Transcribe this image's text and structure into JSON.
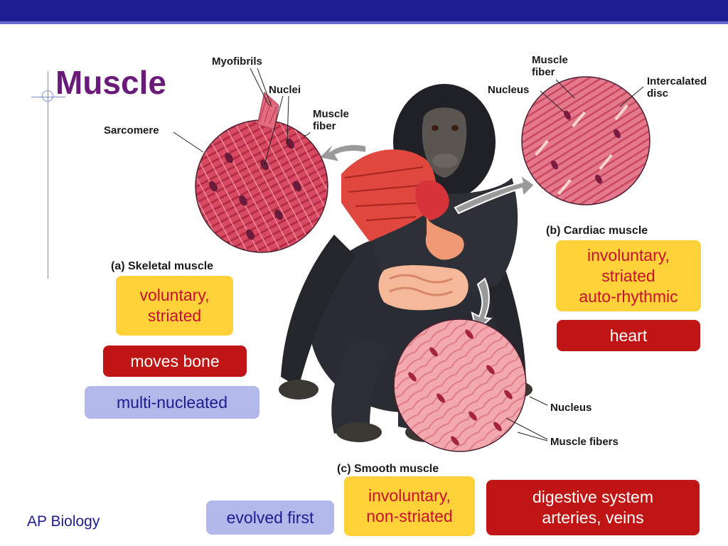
{
  "slide": {
    "title": "Muscle",
    "footer": "AP Biology"
  },
  "labels": {
    "myofibrils": "Myofibrils",
    "nuclei": "Nuclei",
    "muscle_fiber_a": "Muscle\nfiber",
    "sarcomere": "Sarcomere",
    "skeletal_muscle": "(a) Skeletal muscle",
    "muscle_fiber_b": "Muscle\nfiber",
    "nucleus_b": "Nucleus",
    "intercalated_disc": "Intercalated\ndisc",
    "cardiac_muscle": "(b) Cardiac muscle",
    "nucleus_c": "Nucleus",
    "muscle_fibers_c": "Muscle fibers",
    "smooth_muscle": "(c) Smooth muscle"
  },
  "boxes": {
    "skeletal_traits": "voluntary,\nstriated",
    "moves_bone": "moves bone",
    "multi_nucleated": "multi-nucleated",
    "cardiac_traits": "involuntary,\nstriated\nauto-rhythmic",
    "heart": "heart",
    "evolved_first": "evolved first",
    "smooth_traits": "involuntary,\nnon-striated",
    "smooth_locations": "digestive system\narteries, veins"
  },
  "colors": {
    "header_bar": "#1d1d8f",
    "title": "#6a1b7a",
    "yellow_box": "#ffd23a",
    "red_box": "#c01515",
    "blue_box": "#b3b8ea"
  }
}
